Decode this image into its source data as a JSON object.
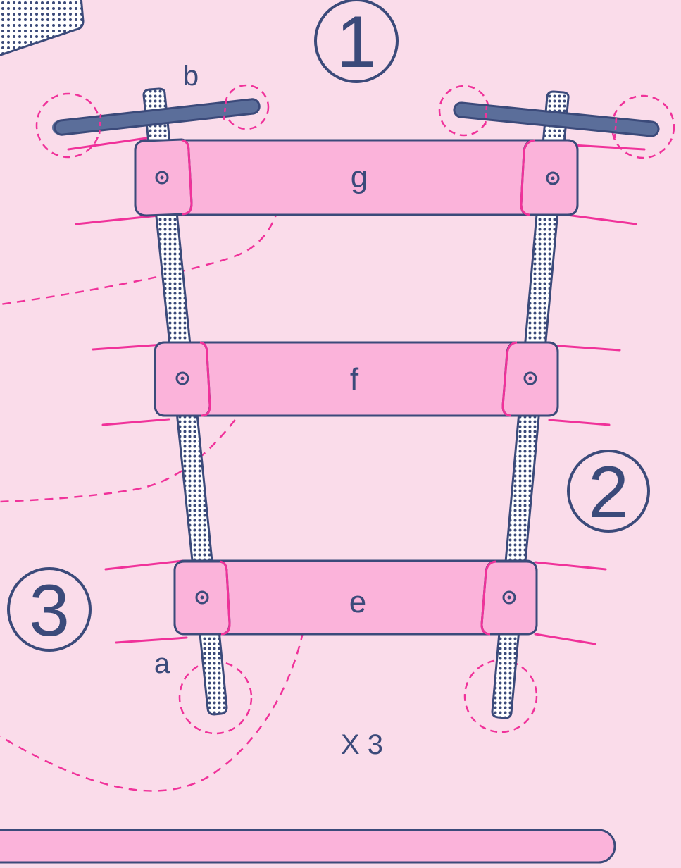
{
  "colors": {
    "background": "#fadcea",
    "outline": "#3b4a7a",
    "pink_fill": "#fbb3da",
    "magenta": "#f0329a",
    "rod_fill": "#ffffff",
    "handle_fill": "#5b6e9a"
  },
  "step_markers": {
    "step1": "1",
    "step2": "2",
    "step3": "3"
  },
  "parts": {
    "rod_label": "a",
    "handle_label": "b",
    "top_board_label": "g",
    "middle_board_label": "f",
    "bottom_board_label": "e"
  },
  "quantity_label": "X 3"
}
